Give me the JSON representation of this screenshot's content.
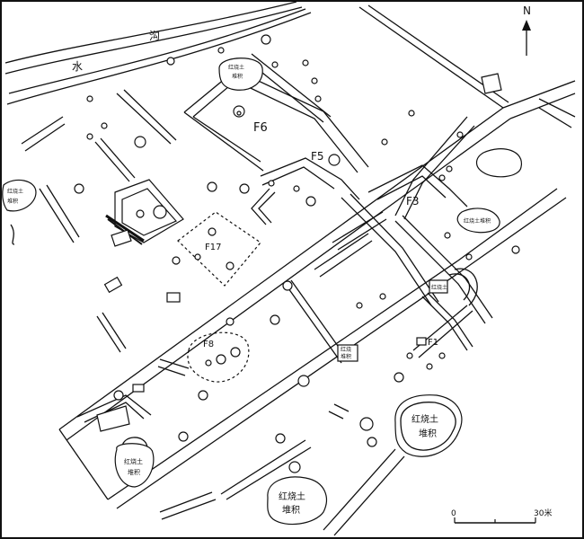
{
  "north": {
    "label": "N"
  },
  "scale": {
    "zero": "0",
    "end": "30米"
  },
  "ditch": {
    "chars": [
      "水",
      "沟"
    ]
  },
  "features": [
    "F6",
    "F5",
    "F3",
    "F17",
    "F8",
    "F1"
  ],
  "annotations": {
    "f6_deposit": [
      "红烧土",
      "堆积"
    ],
    "left_deposit": [
      "红烧土",
      "堆积"
    ],
    "right_deposit": "红烧土堆积",
    "center_deposit": [
      "红烧",
      "堆积"
    ],
    "lower_left_deposit": [
      "红烧土",
      "堆积"
    ],
    "bottom_deposit": [
      "红烧土",
      "堆积"
    ],
    "lower_right_deposit": [
      "红烧土",
      "堆积"
    ],
    "small_marks": [
      "红烧土",
      "红烧"
    ]
  }
}
